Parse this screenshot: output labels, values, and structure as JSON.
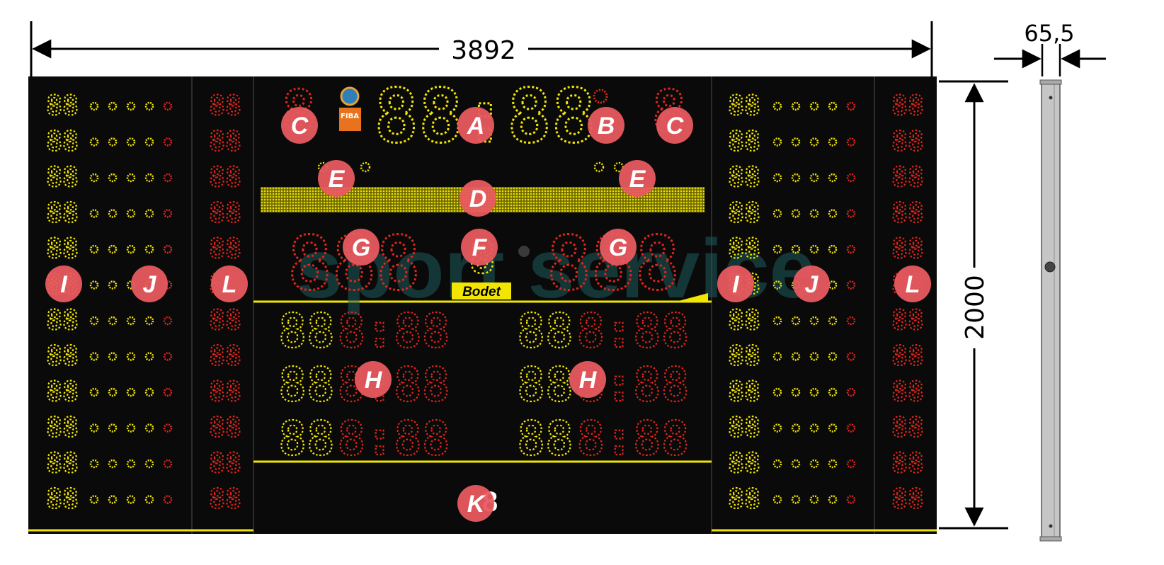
{
  "dimensions": {
    "width": "3892",
    "height": "2000",
    "depth": "65,5"
  },
  "colors": {
    "panel": "#0a0a0a",
    "yellow": "#f2e600",
    "red": "#e0261c",
    "callout": "#e85a5f",
    "frame": "#9a9a9a",
    "watermark_teal": "#1f5a5a",
    "watermark_red": "#8a1a20"
  },
  "scoreboard": {
    "brand": "Bodet",
    "fiba_label": "FIBA",
    "watermark": "sport service",
    "side_digits": "88",
    "game_clock": "88:88",
    "period_digit": "8",
    "score": "888",
    "penalty_player": "88",
    "penalty_time": "8:88",
    "bottom_digit": "8"
  },
  "callouts": [
    "A",
    "B",
    "C",
    "D",
    "E",
    "F",
    "G",
    "H",
    "I",
    "J",
    "K",
    "L"
  ]
}
